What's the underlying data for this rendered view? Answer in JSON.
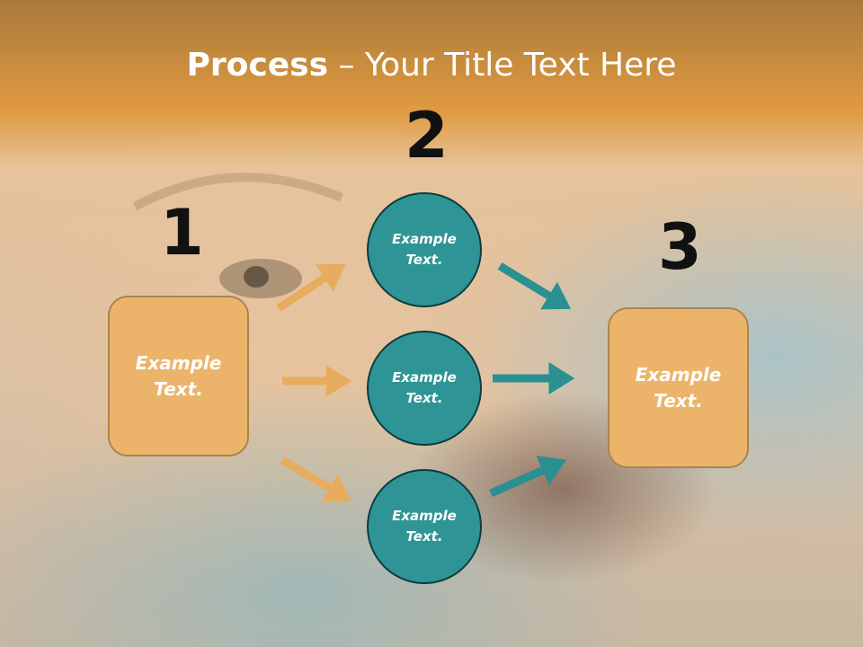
{
  "slide": {
    "title_bold": "Process",
    "title_rest": " – Your Title Text Here",
    "step_numbers": [
      "1",
      "2",
      "3"
    ],
    "left_box_text": "Example Text.",
    "circles": [
      "Example Text.",
      "Example Text.",
      "Example Text."
    ],
    "right_box_text": "Example Text."
  },
  "colors": {
    "header_band": "#e09a40",
    "orange_box": "#ecb46b",
    "teal_circle": "#2f9495",
    "orange_arrow": "#e8ac5e",
    "teal_arrow": "#2a9092"
  }
}
